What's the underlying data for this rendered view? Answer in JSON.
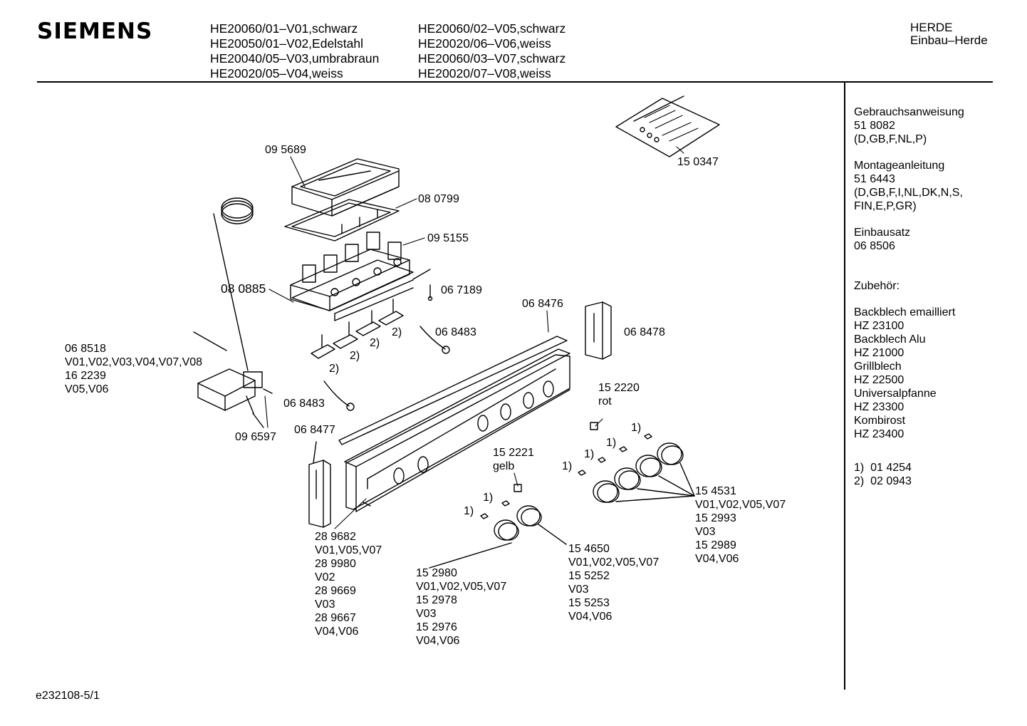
{
  "header": {
    "brand": "SIEMENS",
    "models_col1": [
      "HE20060/01–V01,schwarz",
      "HE20050/01–V02,Edelstahl",
      "HE20040/05–V03,umbrabraun",
      "HE20020/05–V04,weiss"
    ],
    "models_col2": [
      "HE20060/02–V05,schwarz",
      "HE20020/06–V06,weiss",
      "HE20060/03–V07,schwarz",
      "HE20020/07–V08,weiss"
    ],
    "category": [
      "HERDE",
      "Einbau–Herde"
    ]
  },
  "sidebar": {
    "groups": [
      {
        "lines": [
          "Gebrauchsanweisung",
          "51 8082",
          "(D,GB,F,NL,P)"
        ]
      },
      {
        "lines": [
          "Montageanleitung",
          "51 6443",
          "(D,GB,F,I,NL,DK,N,S,",
          "FIN,E,P,GR)"
        ]
      },
      {
        "lines": [
          "Einbausatz",
          "06 8506"
        ]
      },
      {
        "lines": [
          "",
          "Zubehör:"
        ]
      },
      {
        "lines": [
          "Backblech emailliert",
          "HZ 23100",
          "Backblech Alu",
          "HZ 21000",
          "Grillblech",
          "HZ 22500",
          "Universalpfanne",
          "HZ 23300",
          "Kombirost",
          "HZ 23400"
        ]
      },
      {
        "lines": [
          "1)  01 4254",
          "2)  02 0943"
        ]
      }
    ]
  },
  "labels": {
    "p095689": "09 5689",
    "p080799": "08 0799",
    "p095155": "09 5155",
    "p080885": "08 0885",
    "p067189": "06 7189",
    "p150347": "15 0347",
    "p068476": "06 8476",
    "p068478": "06 8478",
    "p068483a": "06 8483",
    "p068483b": "06 8483",
    "n2a": "2)",
    "n2b": "2)",
    "n2c": "2)",
    "n2d": "2)",
    "thermo": [
      "06 8518",
      "V01,V02,V03,V04,V07,V08",
      "16 2239",
      "V05,V06"
    ],
    "p096597": "09 6597",
    "p068477": "06 8477",
    "p152220": [
      "15 2220",
      "rot"
    ],
    "p152221": [
      "15 2221",
      "gelb"
    ],
    "n1a": "1)",
    "n1b": "1)",
    "n1c": "1)",
    "n1d": "1)",
    "n1e": "1)",
    "n1f": "1)",
    "panel": [
      "28 9682",
      "V01,V05,V07",
      "28 9980",
      "V02",
      "28 9669",
      "V03",
      "28 9667",
      "V04,V06"
    ],
    "knobA": [
      "15 2980",
      "V01,V02,V05,V07",
      "15 2978",
      "V03",
      "15 2976",
      "V04,V06"
    ],
    "knobB": [
      "15 4650",
      "V01,V02,V05,V07",
      "15 5252",
      "V03",
      "15 5253",
      "V04,V06"
    ],
    "knobC": [
      "15 4531",
      "V01,V02,V05,V07",
      "15 2993",
      "V03",
      "15 2989",
      "V04,V06"
    ]
  },
  "footer": {
    "code": "e232108-5/1"
  }
}
